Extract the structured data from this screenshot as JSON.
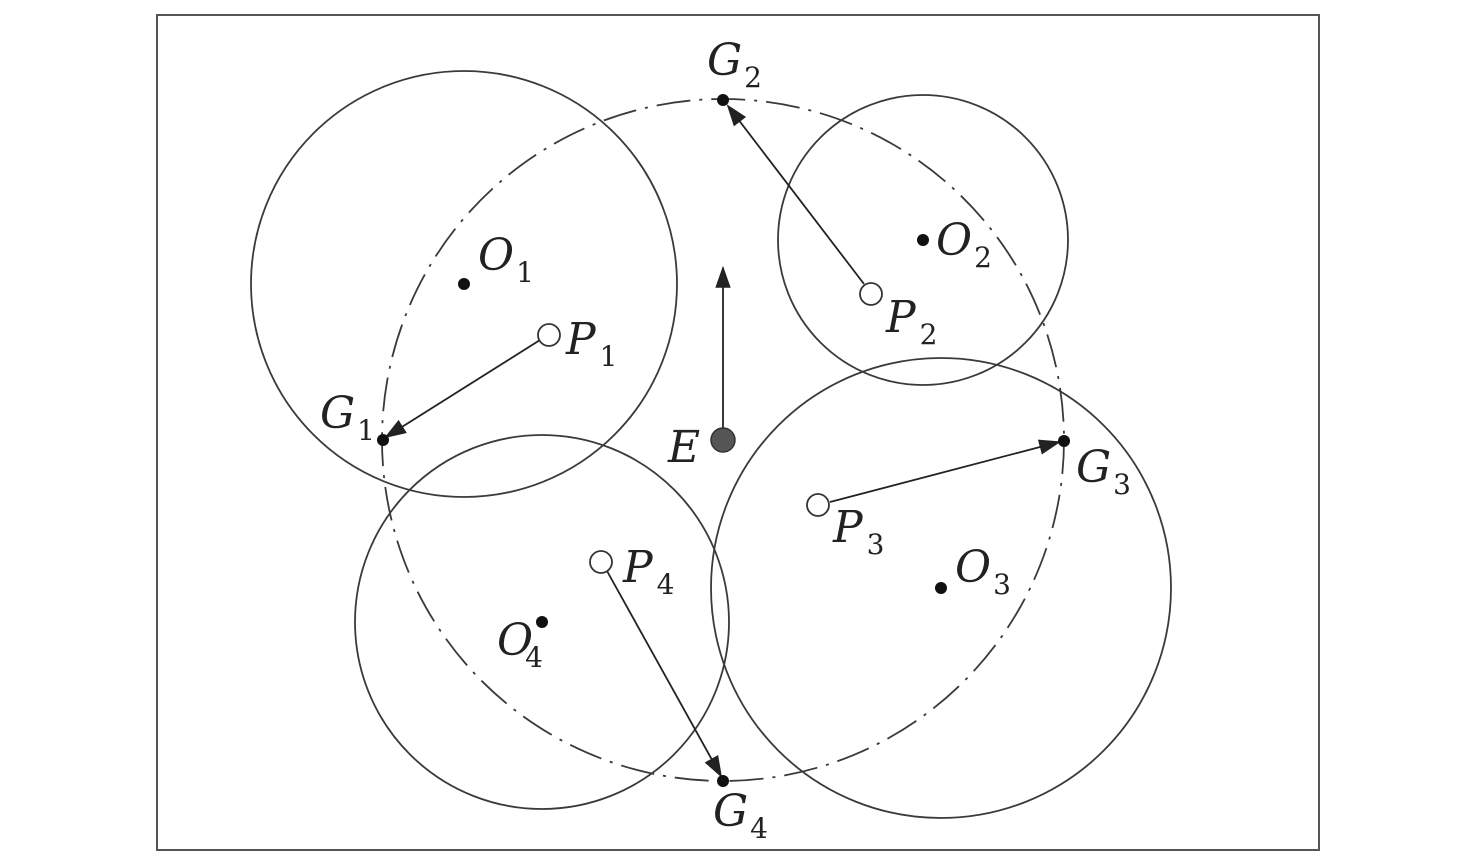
{
  "colors": {
    "stroke": "#3a3a3a",
    "text": "#222222",
    "point_fill": "#111111",
    "robot_fill": "#555555",
    "background": "#ffffff"
  },
  "labels": {
    "E": "E",
    "O1": {
      "letter": "O",
      "index": "1"
    },
    "O2": {
      "letter": "O",
      "index": "2"
    },
    "O3": {
      "letter": "O",
      "index": "3"
    },
    "O4": {
      "letter": "O",
      "index": "4"
    },
    "P1": {
      "letter": "P",
      "index": "1"
    },
    "P2": {
      "letter": "P",
      "index": "2"
    },
    "P3": {
      "letter": "P",
      "index": "3"
    },
    "P4": {
      "letter": "P",
      "index": "4"
    },
    "G1": {
      "letter": "G",
      "index": "1"
    },
    "G2": {
      "letter": "G",
      "index": "2"
    },
    "G3": {
      "letter": "G",
      "index": "3"
    },
    "G4": {
      "letter": "G",
      "index": "4"
    }
  }
}
